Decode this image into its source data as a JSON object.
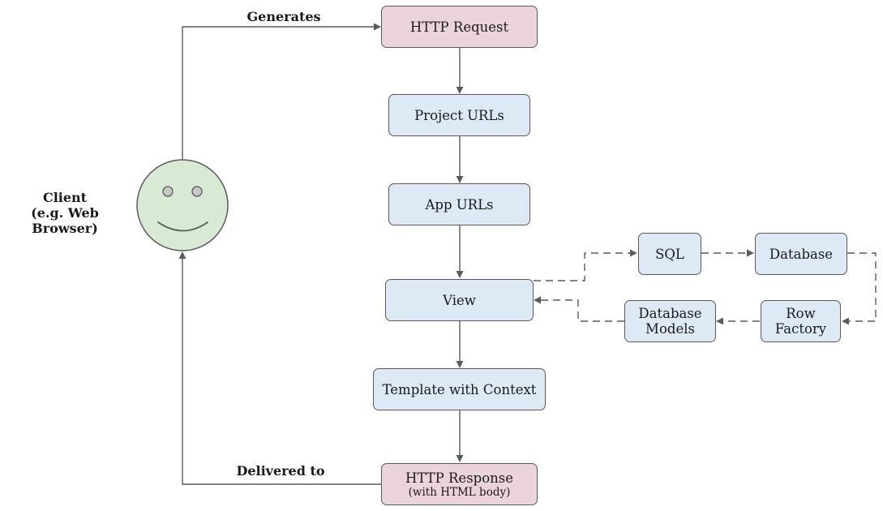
{
  "labels": {
    "generates": "Generates",
    "delivered_to": "Delivered to",
    "client_line1": "Client",
    "client_line2": "(e.g. Web Browser)"
  },
  "nodes": {
    "http_request": "HTTP Request",
    "project_urls": "Project URLs",
    "app_urls": "App URLs",
    "view": "View",
    "template_with_context": "Template with Context",
    "http_response": "HTTP Response",
    "http_response_sub": "(with HTML body)",
    "sql": "SQL",
    "database": "Database",
    "row_factory_line1": "Row",
    "row_factory_line2": "Factory",
    "database_models_line1": "Database",
    "database_models_line2": "Models"
  },
  "colors": {
    "request_response": "#ebd3dd",
    "process": "#dde9f4",
    "client_face": "#d8ead3",
    "stroke": "#5a5a5a"
  }
}
